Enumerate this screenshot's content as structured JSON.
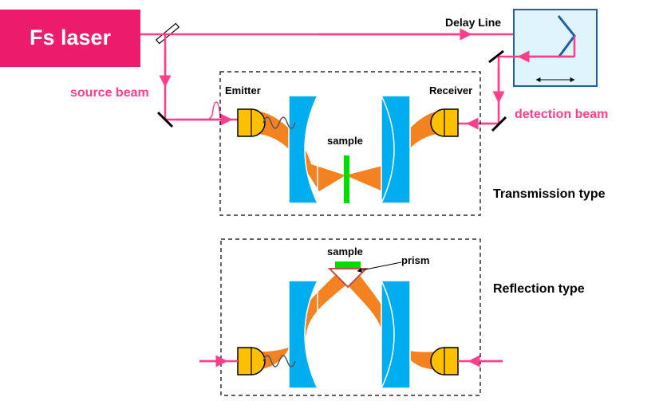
{
  "laser": {
    "label": "Fs laser"
  },
  "delay_line": {
    "label": "Delay Line"
  },
  "beams": {
    "source": "source beam",
    "detection": "detection beam"
  },
  "transmission": {
    "emitter": "Emitter",
    "receiver": "Receiver",
    "sample": "sample",
    "type_label": "Transmission type"
  },
  "reflection": {
    "sample": "sample",
    "prism": "prism",
    "type_label": "Reflection type"
  },
  "colors": {
    "beam": "#ff3e8c",
    "laser_box": "#ec1b6b",
    "lens": "#00aeef",
    "thz": "#f58220",
    "antenna": "#ffc000",
    "sample": "#00dd00",
    "delay_box": "#dff4fb",
    "delay_border": "#1e5fa8"
  }
}
